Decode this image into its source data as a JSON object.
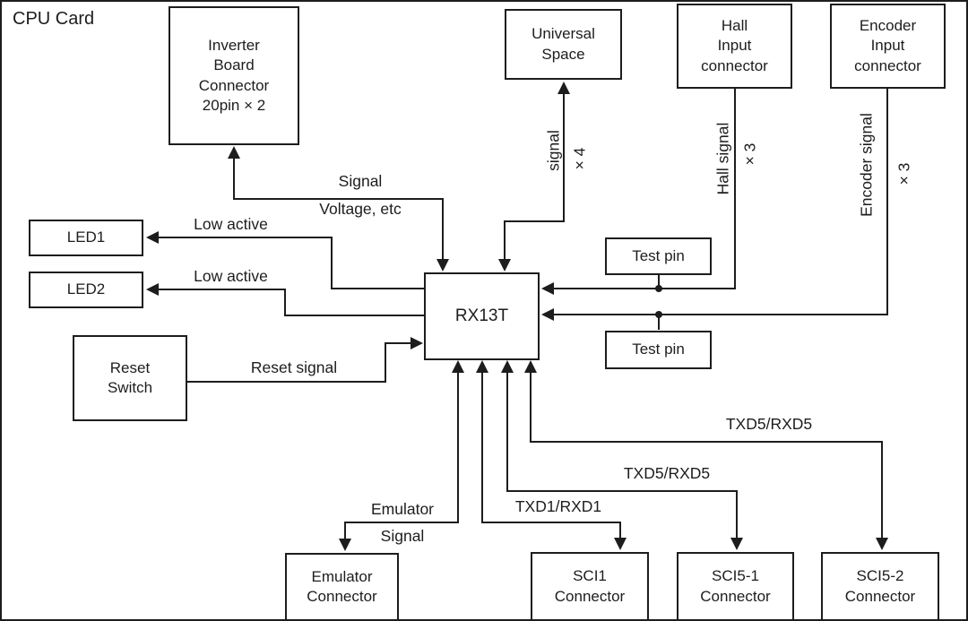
{
  "title": "CPU Card",
  "colors": {
    "line": "#1d1d1d",
    "background": "#ffffff",
    "box_fill": "#ffffff"
  },
  "boxes": {
    "inverter": {
      "label": "Inverter\nBoard\nConnector\n20pin × 2"
    },
    "universal": {
      "label": "Universal\nSpace"
    },
    "hall": {
      "label": "Hall\nInput\nconnector"
    },
    "encoder": {
      "label": "Encoder\nInput\nconnector"
    },
    "led1": {
      "label": "LED1"
    },
    "led2": {
      "label": "LED2"
    },
    "reset": {
      "label": "Reset\nSwitch"
    },
    "test_pin_1": {
      "label": "Test pin"
    },
    "test_pin_2": {
      "label": "Test pin"
    },
    "mcu": {
      "label": "RX13T"
    },
    "emulator": {
      "label": "Emulator\nConnector"
    },
    "sci1": {
      "label": "SCI1\nConnector"
    },
    "sci5_1": {
      "label": "SCI5-1\nConnector"
    },
    "sci5_2": {
      "label": "SCI5-2\nConnector"
    }
  },
  "wire_labels": {
    "signal": "Signal",
    "voltage_etc": "Voltage, etc",
    "low_active_1": "Low active",
    "low_active_2": "Low active",
    "reset_signal": "Reset signal",
    "emulator_word": "Emulator",
    "emulator_signal_word": "Signal",
    "txd1_rxd1": "TXD1/RXD1",
    "txd5_rxd5_sci5_1": "TXD5/RXD5",
    "txd5_rxd5_sci5_2": "TXD5/RXD5",
    "universal_signal": "signal",
    "universal_count": "× 4",
    "hall_signal": "Hall signal",
    "hall_count": "× 3",
    "encoder_signal": "Encoder signal",
    "encoder_count": "× 3"
  }
}
